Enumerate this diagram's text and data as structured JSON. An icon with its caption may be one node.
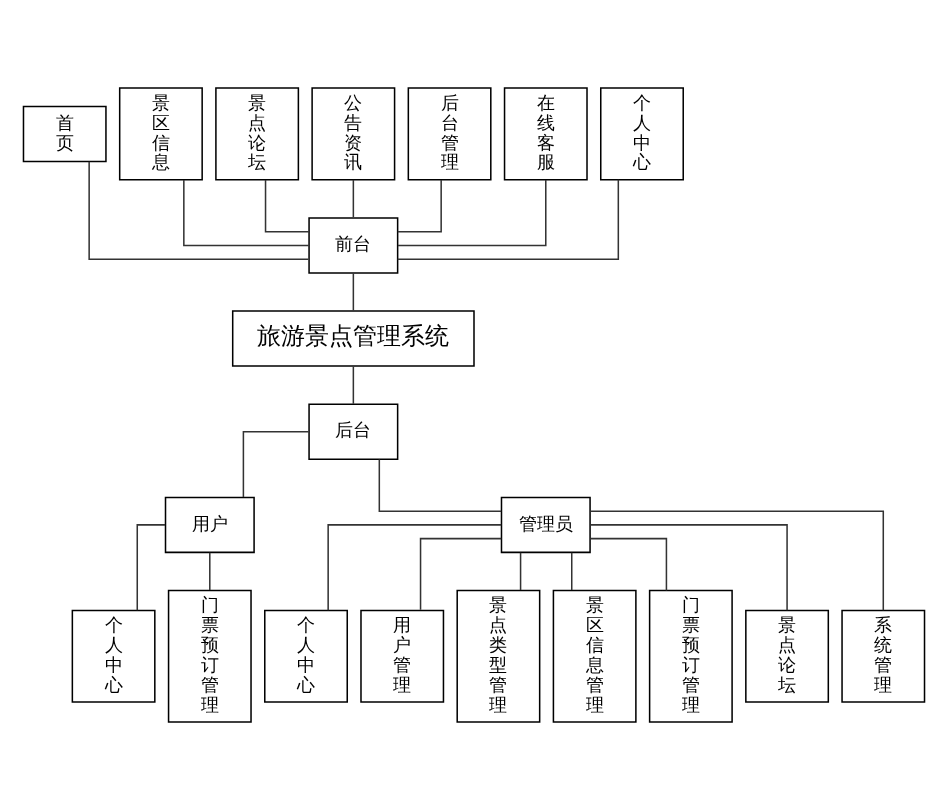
{
  "diagram": {
    "nodes": [
      {
        "text": [
          "首页"
        ]
      },
      {
        "text": [
          "景区信息"
        ]
      },
      {
        "text": [
          "景点论坛"
        ]
      },
      {
        "text": [
          "公告资讯"
        ]
      },
      {
        "text": [
          "后台管理"
        ]
      },
      {
        "text": [
          "在线客服"
        ]
      },
      {
        "text": [
          "个人中心"
        ]
      },
      {
        "text": [
          "前台"
        ]
      },
      {
        "text": [
          "旅游景点管理系统"
        ]
      },
      {
        "text": [
          "后台"
        ]
      },
      {
        "text": [
          "用户"
        ]
      },
      {
        "text": [
          "管理员"
        ]
      },
      {
        "text": [
          "个人中心"
        ]
      },
      {
        "text": [
          "门票预订管理"
        ]
      },
      {
        "text": [
          "个人中心"
        ]
      },
      {
        "text": [
          "用户管理"
        ]
      },
      {
        "text": [
          "景点类型管理"
        ]
      },
      {
        "text": [
          "景区信息管理"
        ]
      },
      {
        "text": [
          "门票预订管理"
        ]
      },
      {
        "text": [
          "景点论坛"
        ]
      },
      {
        "text": [
          "系统管理"
        ]
      }
    ],
    "edges": [
      {
        "from": 8,
        "to": 7,
        "arrow": "none"
      },
      {
        "from": 7,
        "to": 0,
        "arrow": "none"
      },
      {
        "from": 7,
        "to": 1,
        "arrow": "none"
      },
      {
        "from": 7,
        "to": 2,
        "arrow": "none"
      },
      {
        "from": 7,
        "to": 3,
        "arrow": "none"
      },
      {
        "from": 7,
        "to": 4,
        "arrow": "none"
      },
      {
        "from": 7,
        "to": 5,
        "arrow": "none"
      },
      {
        "from": 7,
        "to": 6,
        "arrow": "none"
      },
      {
        "from": 8,
        "to": 9,
        "arrow": "none"
      },
      {
        "from": 9,
        "to": 10,
        "arrow": "none"
      },
      {
        "from": 9,
        "to": 11,
        "arrow": "none"
      },
      {
        "from": 10,
        "to": 12,
        "arrow": "none"
      },
      {
        "from": 10,
        "to": 13,
        "arrow": "none"
      },
      {
        "from": 11,
        "to": 14,
        "arrow": "none"
      },
      {
        "from": 11,
        "to": 15,
        "arrow": "none"
      },
      {
        "from": 11,
        "to": 16,
        "arrow": "none"
      },
      {
        "from": 11,
        "to": 17,
        "arrow": "none"
      },
      {
        "from": 11,
        "to": 18,
        "arrow": "none"
      },
      {
        "from": 11,
        "to": 19,
        "arrow": "none"
      },
      {
        "from": 11,
        "to": 20,
        "arrow": "none"
      }
    ]
  }
}
